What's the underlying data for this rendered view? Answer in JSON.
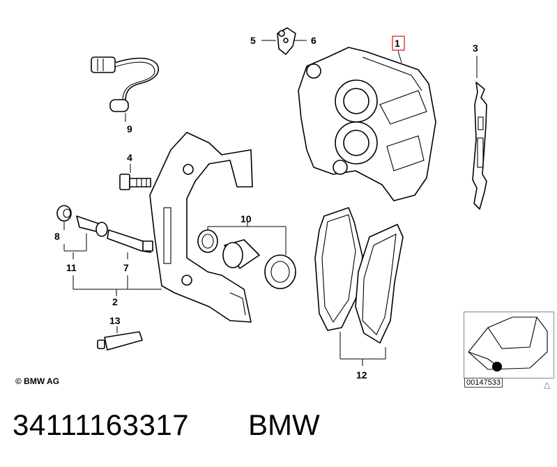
{
  "labels": {
    "l1": "1",
    "l2": "2",
    "l3": "3",
    "l4": "4",
    "l5": "5",
    "l6": "6",
    "l7": "7",
    "l8": "8",
    "l9": "9",
    "l10": "10",
    "l11": "11",
    "l12": "12",
    "l13": "13"
  },
  "copyright": "© BMW AG",
  "thumbnail_code": "00147533",
  "part_number": "34111163317",
  "brand": "BMW",
  "highlight_color": "#e03030"
}
